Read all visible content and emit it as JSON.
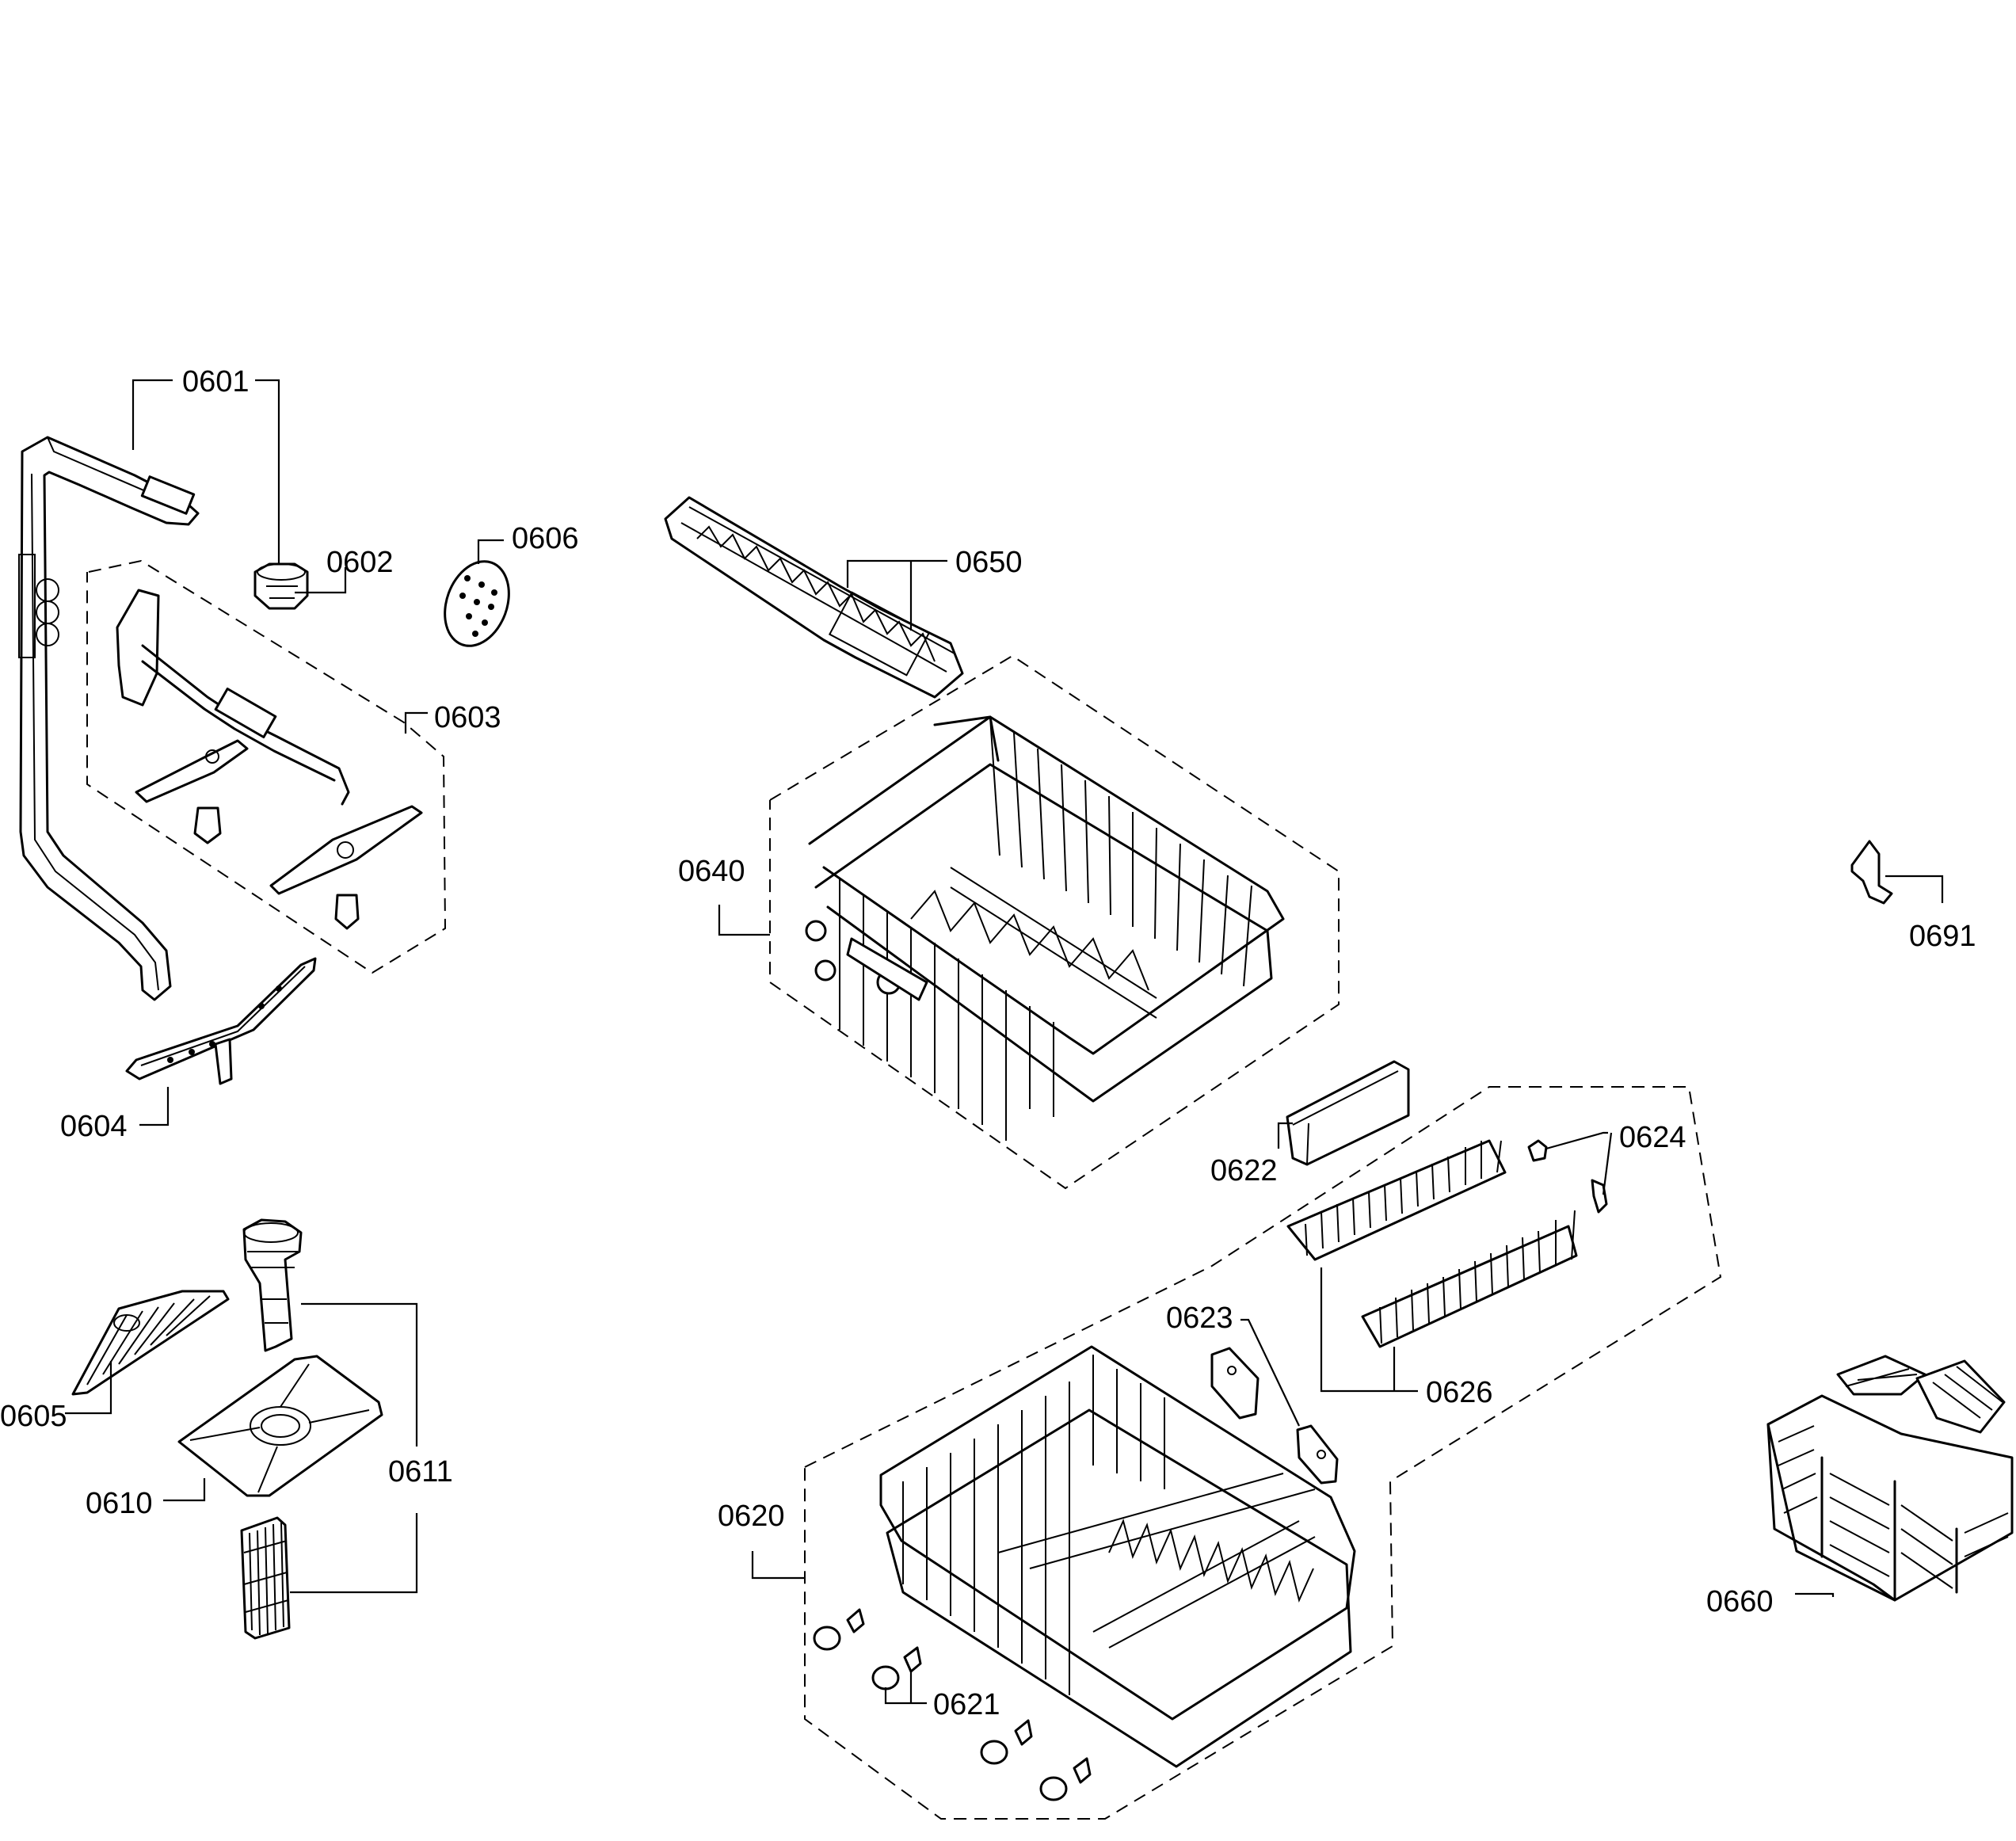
{
  "diagram": {
    "parts": [
      {
        "id": "p0601",
        "label": "0601",
        "icon": "spray-arm-supply-pipe-icon"
      },
      {
        "id": "p0602",
        "label": "0602",
        "icon": "connector-icon"
      },
      {
        "id": "p0603",
        "label": "0603",
        "icon": "upper-spray-arm-assembly-icon"
      },
      {
        "id": "p0604",
        "label": "0604",
        "icon": "lower-spray-arm-icon"
      },
      {
        "id": "p0605",
        "label": "0605",
        "icon": "fine-filter-icon"
      },
      {
        "id": "p0606",
        "label": "0606",
        "icon": "cover-icon"
      },
      {
        "id": "p0610",
        "label": "0610",
        "icon": "flat-filter-icon"
      },
      {
        "id": "p0611",
        "label": "0611",
        "icon": "filter-assembly-icon"
      },
      {
        "id": "p0620",
        "label": "0620",
        "icon": "lower-rack-icon"
      },
      {
        "id": "p0621",
        "label": "0621",
        "icon": "rack-wheel-icon"
      },
      {
        "id": "p0622",
        "label": "0622",
        "icon": "handle-icon"
      },
      {
        "id": "p0623",
        "label": "0623",
        "icon": "holder-icon"
      },
      {
        "id": "p0624",
        "label": "0624",
        "icon": "clip-icon"
      },
      {
        "id": "p0626",
        "label": "0626",
        "icon": "tine-row-icon"
      },
      {
        "id": "p0640",
        "label": "0640",
        "icon": "upper-rack-icon"
      },
      {
        "id": "p0650",
        "label": "0650",
        "icon": "cup-shelf-icon"
      },
      {
        "id": "p0660",
        "label": "0660",
        "icon": "cutlery-basket-icon"
      },
      {
        "id": "p0691",
        "label": "0691",
        "icon": "latch-icon"
      }
    ]
  }
}
